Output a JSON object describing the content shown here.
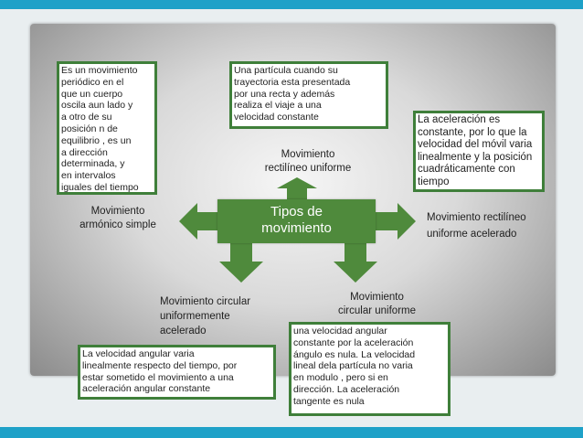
{
  "center": {
    "label": "Tipos de\nmovimiento"
  },
  "colors": {
    "box_border": "#3f7f3a",
    "arrow": "#4f8a3c",
    "center_bg": "#4f8a3c",
    "accent_bar": "#1ea1c8"
  },
  "boxes": {
    "armonico": "Es un movimiento\nperiódico en el\nque un cuerpo\noscila  aun lado y\na otro de su\nposición n de\nequilibrio , es un\na dirección\ndeterminada, y\nen intervalos\niguales del tiempo",
    "rectilineo": "Una partícula cuando su\ntrayectoria esta presentada\npor una recta y además\nrealiza el viaje a una\nvelocidad constante",
    "acelerado": "La aceleración es\nconstante, por lo que la\nvelocidad del móvil varia\nlinealmente y la posición\ncuadráticamente con\ntiempo",
    "circular_acel": "La velocidad angular varia\nlinealmente respecto del tiempo, por\nestar sometido el movimiento a una\naceleración angular constante",
    "circular_unif": "una velocidad  angular\nconstante por la aceleración\nángulo es nula. La velocidad\nlineal dela partícula no varia\nen modulo , pero si en\ndirección. La aceleración\ntangente es nula"
  },
  "labels": {
    "armonico": "Movimiento\narmónico simple",
    "rectilineo": "Movimiento\nrectilíneo uniforme",
    "acelerado": "Movimiento rectilíneo\nuniforme acelerado",
    "circular_acel": "Movimiento circular\nuniformemente\nacelerado",
    "circular_unif": "Movimiento\ncircular uniforme"
  }
}
